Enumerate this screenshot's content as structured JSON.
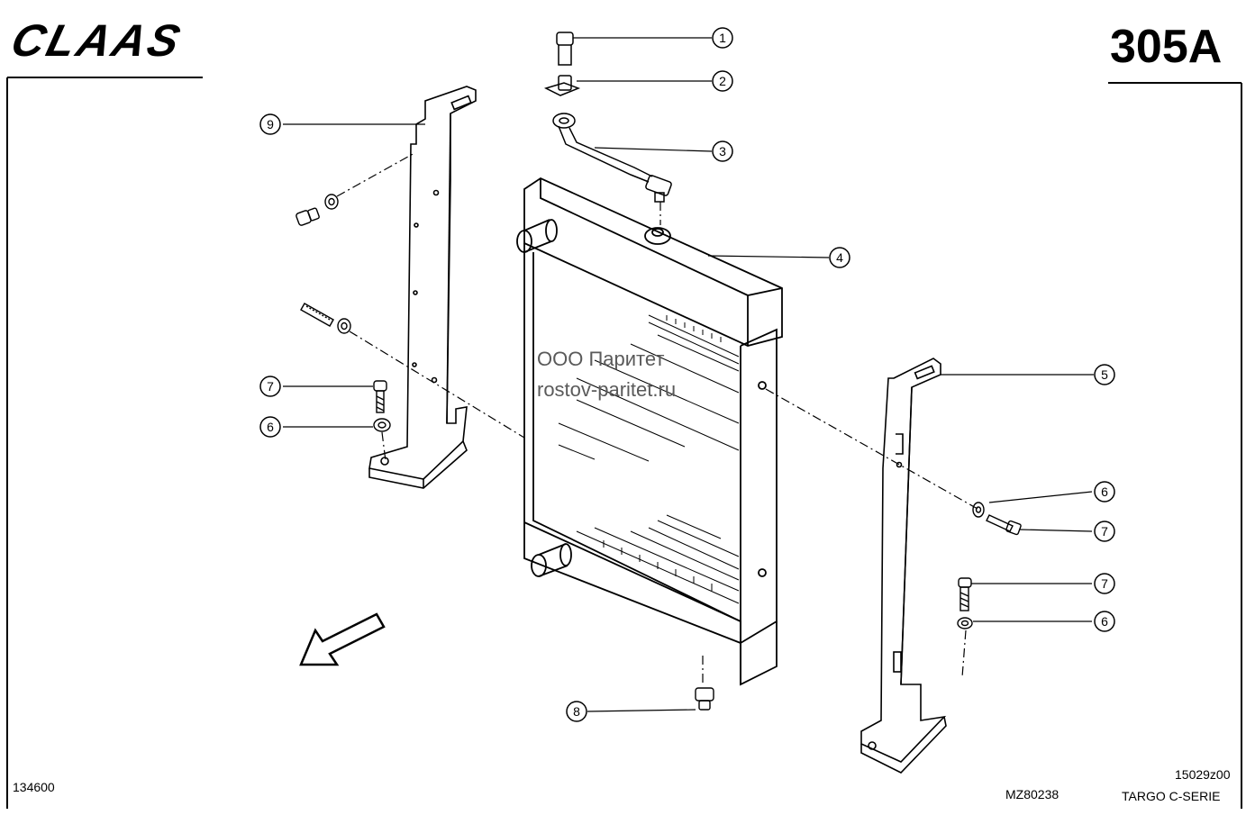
{
  "header": {
    "brand": "CLAAS",
    "page_number": "305A"
  },
  "watermark": {
    "line1": "ООО Паритет",
    "line2": "rostov-paritet.ru"
  },
  "footer": {
    "left_code": "134600",
    "drawing_code": "15029z00",
    "catalog_code": "MZ80238",
    "series": "TARGO C-SERIE"
  },
  "callouts": [
    {
      "num": "1",
      "part": "fitting"
    },
    {
      "num": "2",
      "part": "flange"
    },
    {
      "num": "3",
      "part": "hose"
    },
    {
      "num": "4",
      "part": "radiator"
    },
    {
      "num": "5",
      "part": "bracket-right"
    },
    {
      "num": "6",
      "part": "washer"
    },
    {
      "num": "7",
      "part": "bolt"
    },
    {
      "num": "8",
      "part": "drain-plug"
    },
    {
      "num": "9",
      "part": "bracket-left"
    },
    {
      "num": "7",
      "part": "bolt-left"
    },
    {
      "num": "6",
      "part": "washer-left"
    },
    {
      "num": "6",
      "part": "washer-right-upper"
    },
    {
      "num": "7",
      "part": "bolt-right-upper"
    },
    {
      "num": "7",
      "part": "bolt-right-lower"
    },
    {
      "num": "6",
      "part": "washer-right-lower"
    }
  ]
}
